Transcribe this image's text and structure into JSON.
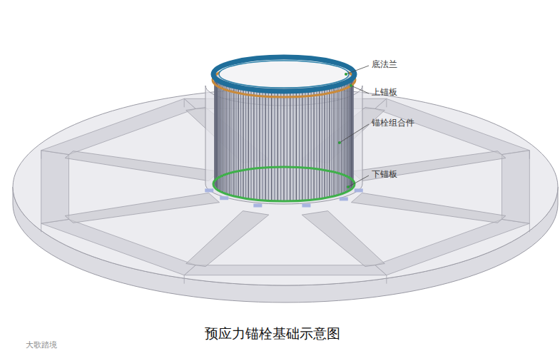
{
  "diagram": {
    "caption": "预应力锚栓基础示意图",
    "labels": [
      "底法兰",
      "上锚板",
      "锚栓组合件",
      "下锚板",
      "大歌踏境"
    ]
  }
}
